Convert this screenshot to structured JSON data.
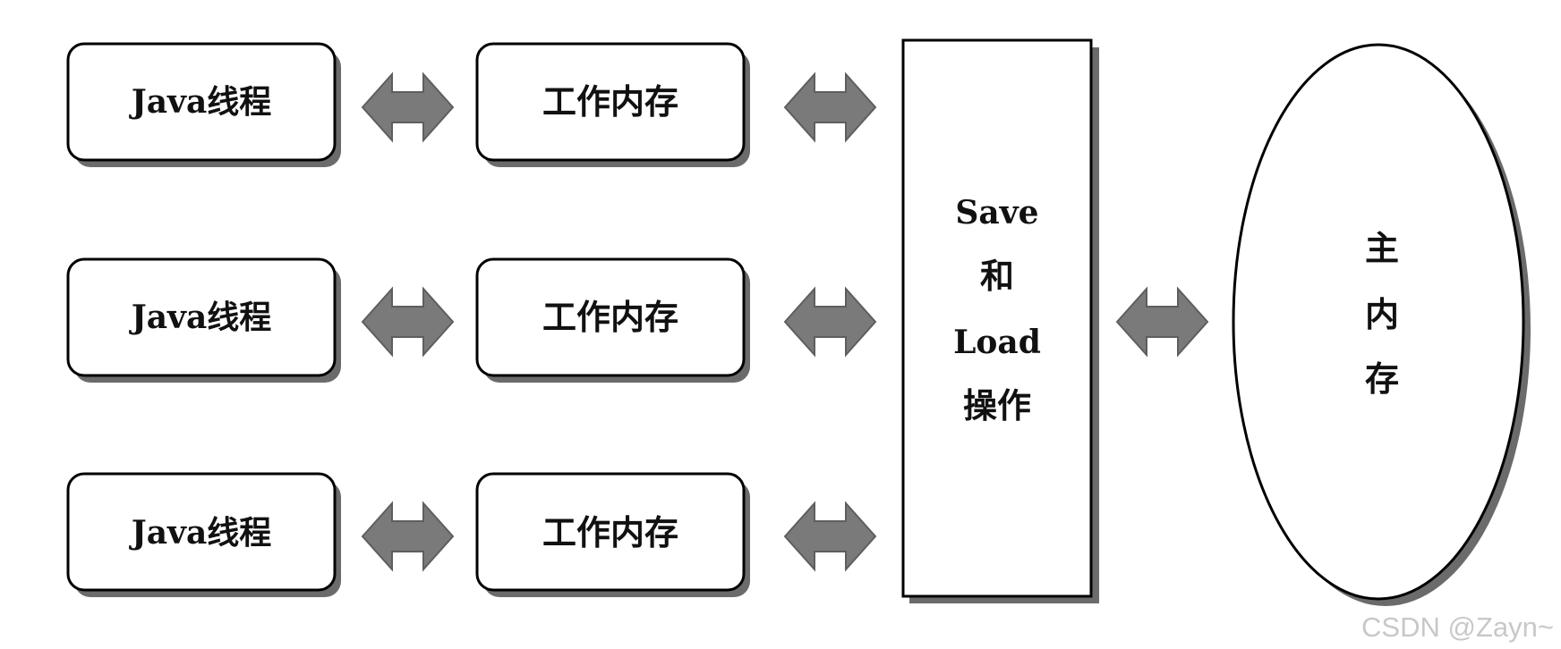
{
  "threads": [
    {
      "label": "Java线程"
    },
    {
      "label": "Java线程"
    },
    {
      "label": "Java线程"
    }
  ],
  "working_memories": [
    {
      "label": "工作内存"
    },
    {
      "label": "工作内存"
    },
    {
      "label": "工作内存"
    }
  ],
  "save_load": {
    "line1": "Save",
    "line2": "和",
    "line3": "Load",
    "line4": "操作"
  },
  "main_memory": {
    "line1": "主",
    "line2": "内",
    "line3": "存"
  },
  "watermark": "CSDN @Zayn~",
  "colors": {
    "arrow_fill": "#7a7a7a",
    "box_stroke": "#000000",
    "shadow": "#3a3a3a"
  }
}
